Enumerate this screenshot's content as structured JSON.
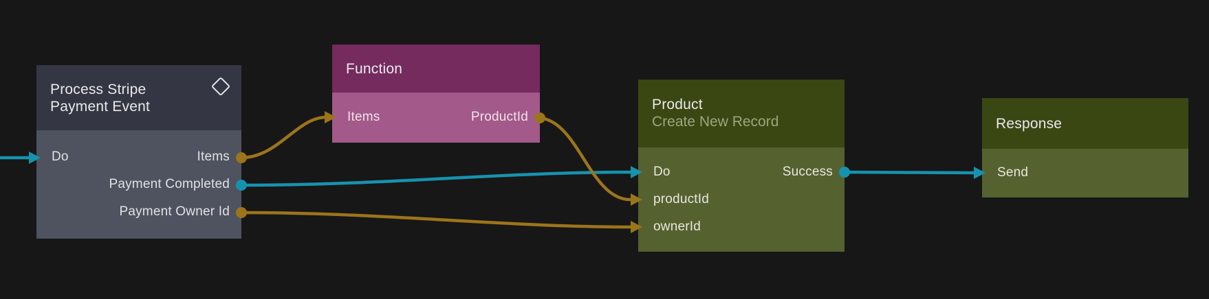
{
  "diagram": {
    "background_color": "#171717",
    "wire_colors": {
      "flow": "#1792ae",
      "data": "#9b751b"
    },
    "node_colors": {
      "slate_header": "#343743",
      "slate_body": "#4f5360",
      "magenta_header": "#752b5e",
      "magenta_body": "#a35989",
      "olive_header": "#3b4713",
      "olive_body": "#566130"
    },
    "nodes": [
      {
        "title": "Process Stripe Payment Event",
        "icon": "diamond-icon",
        "rows": [
          {
            "left": {
              "label": "Do"
            },
            "right": {
              "label": "Items"
            }
          },
          {
            "right": {
              "label": "Payment Completed"
            }
          },
          {
            "right": {
              "label": "Payment Owner Id"
            }
          }
        ]
      },
      {
        "title": "Function",
        "rows": [
          {
            "left": {
              "label": "Items"
            },
            "right": {
              "label": "ProductId"
            }
          }
        ]
      },
      {
        "title": "Product",
        "subtitle": "Create New Record",
        "rows": [
          {
            "left": {
              "label": "Do"
            },
            "right": {
              "label": "Success"
            }
          },
          {
            "left": {
              "label": "productId"
            }
          },
          {
            "left": {
              "label": "ownerId"
            }
          }
        ]
      },
      {
        "title": "Response",
        "rows": [
          {
            "left": {
              "label": "Send"
            }
          }
        ]
      }
    ],
    "connections": [
      {
        "from": "external-left-edge",
        "to": "Process Stripe Payment Event.Do",
        "wire": "flow"
      },
      {
        "from": "Process Stripe Payment Event.Items",
        "to": "Function.Items",
        "wire": "data"
      },
      {
        "from": "Process Stripe Payment Event.Payment Completed",
        "to": "Product.Do",
        "wire": "flow"
      },
      {
        "from": "Process Stripe Payment Event.Payment Owner Id",
        "to": "Product.ownerId",
        "wire": "data"
      },
      {
        "from": "Function.ProductId",
        "to": "Product.productId",
        "wire": "data"
      },
      {
        "from": "Product.Success",
        "to": "Response.Send",
        "wire": "flow"
      }
    ]
  }
}
